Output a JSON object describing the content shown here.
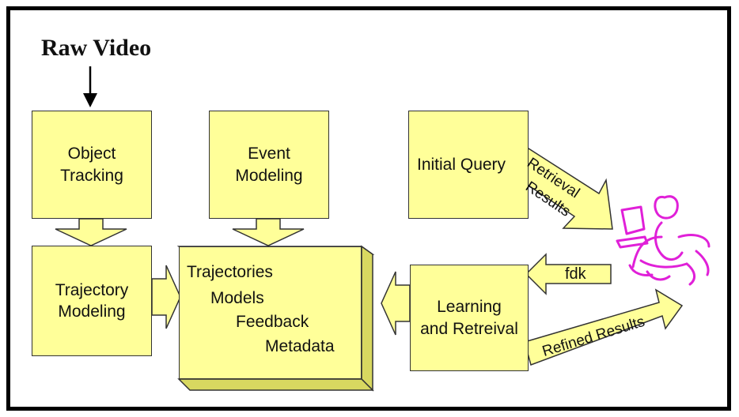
{
  "title": "Raw Video",
  "boxes": {
    "object_tracking": [
      "Object",
      "Tracking"
    ],
    "event_modeling": [
      "Event",
      "Modeling"
    ],
    "initial_query": "Initial Query",
    "trajectory_modeling": [
      "Trajectory",
      "Modeling"
    ],
    "database": [
      "Trajectories",
      "Models",
      "Feedback",
      "Metadata"
    ],
    "learning": [
      "Learning",
      "and Retreival"
    ]
  },
  "arrows": {
    "retrieval_results": [
      "Retrieval",
      "Results"
    ],
    "fdk": "fdk",
    "refined_results": "Refined Results"
  },
  "colors": {
    "box_fill": "#ffff99",
    "user_sketch": "#e020d8"
  }
}
